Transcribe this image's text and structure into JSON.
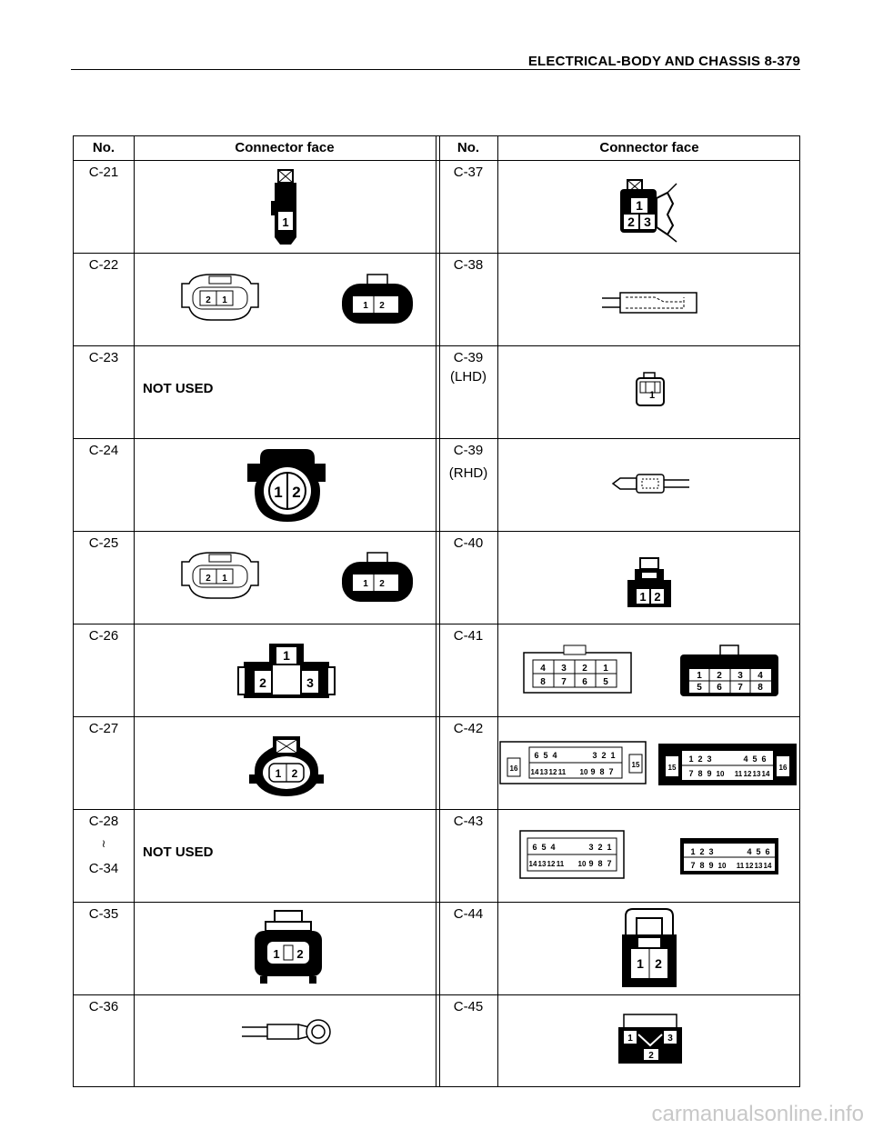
{
  "header": {
    "title": "ELECTRICAL-BODY AND CHASSIS  8-379"
  },
  "table": {
    "col_no": "No.",
    "col_face": "Connector face",
    "left_rows": [
      {
        "no": "C-21"
      },
      {
        "no": "C-22"
      },
      {
        "no": "C-23",
        "note": "NOT USED"
      },
      {
        "no": "C-24"
      },
      {
        "no": "C-25"
      },
      {
        "no": "C-26"
      },
      {
        "no": "C-27"
      },
      {
        "no": "C-28",
        "sep": "≀",
        "no2": "C-34",
        "note": "NOT USED"
      },
      {
        "no": "C-35"
      },
      {
        "no": "C-36"
      }
    ],
    "right_rows": [
      {
        "no": "C-37"
      },
      {
        "no": "C-38"
      },
      {
        "no": "C-39",
        "sub": "(LHD)"
      },
      {
        "no": "C-39",
        "sub": "(RHD)"
      },
      {
        "no": "C-40"
      },
      {
        "no": "C-41"
      },
      {
        "no": "C-42"
      },
      {
        "no": "C-43"
      },
      {
        "no": "C-44"
      },
      {
        "no": "C-45"
      }
    ]
  },
  "watermark": "carmanualsonline.info"
}
